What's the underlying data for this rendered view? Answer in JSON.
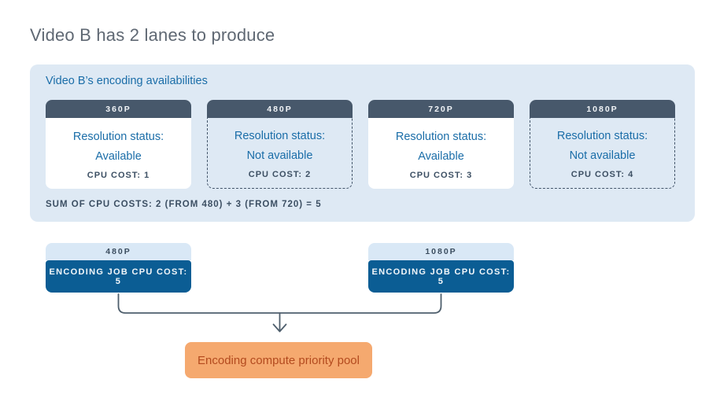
{
  "page": {
    "title": "Video B has 2 lanes to produce"
  },
  "availability_panel": {
    "label": "Video B’s encoding availabilities",
    "cards": [
      {
        "resolution": "360P",
        "status_label": "Resolution status:",
        "status_value": "Available",
        "cpu_cost": "CPU COST: 1",
        "available": true
      },
      {
        "resolution": "480P",
        "status_label": "Resolution status:",
        "status_value": "Not available",
        "cpu_cost": "CPU COST: 2",
        "available": false
      },
      {
        "resolution": "720P",
        "status_label": "Resolution status:",
        "status_value": "Available",
        "cpu_cost": "CPU COST: 3",
        "available": true
      },
      {
        "resolution": "1080P",
        "status_label": "Resolution status:",
        "status_value": "Not available",
        "cpu_cost": "CPU COST: 4",
        "available": false
      }
    ],
    "sum_line": "SUM OF CPU COSTS: 2 (FROM 480) + 3 (FROM 720) = 5"
  },
  "lanes": [
    {
      "resolution": "480P",
      "job_label": "ENCODING JOB CPU COST: 5"
    },
    {
      "resolution": "1080P",
      "job_label": "ENCODING JOB CPU COST: 5"
    }
  ],
  "pool": {
    "label": "Encoding compute priority pool"
  },
  "colors": {
    "panel_background": "#dee9f4",
    "card_header_slate": "#47586b",
    "status_blue": "#1a6da8",
    "slate_text": "#3c4f63",
    "lane_header_background": "#d9e8f6",
    "lane_body_blue": "#0b5d94",
    "connector_gray": "#4f5f6d",
    "pool_background": "#f5a96f",
    "pool_text": "#b34a1e",
    "title_gray": "#5f6873"
  }
}
